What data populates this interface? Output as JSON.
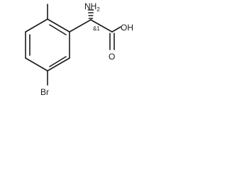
{
  "structure": {
    "atoms": {
      "amine": "NH",
      "amine_subscript": "2",
      "hydroxyl": "OH",
      "carbonyl_oxygen": "O",
      "bromine": "Br"
    },
    "stereo_label": "&1"
  },
  "colors": {
    "bond": "#1a1a1a",
    "background": "#ffffff"
  }
}
